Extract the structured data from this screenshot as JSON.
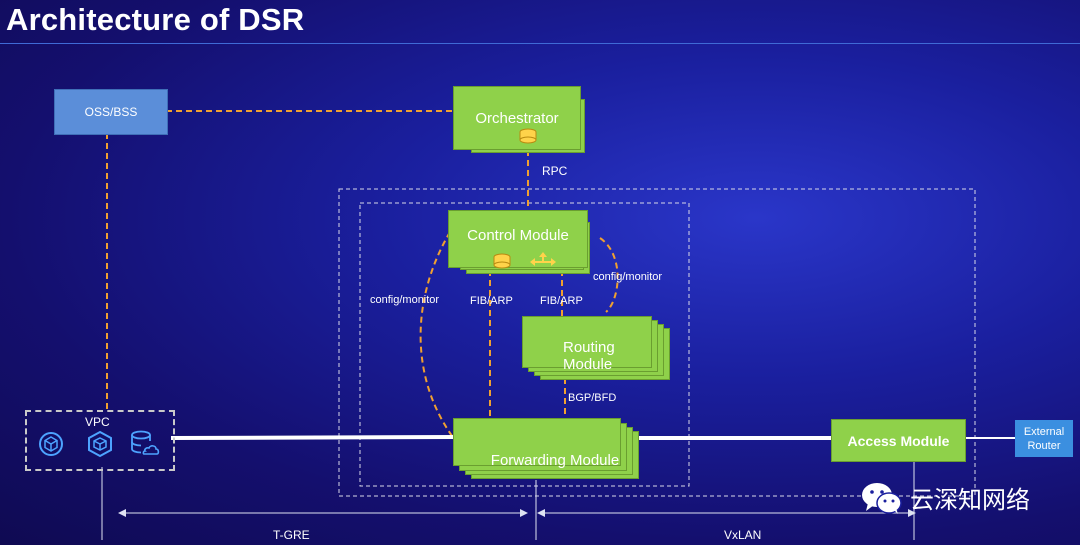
{
  "title": "Architecture of DSR",
  "nodes": {
    "oss_bss": "OSS/BSS",
    "orchestrator": "Orchestrator",
    "control_module": "Control Module",
    "routing_module": "Routing Module",
    "forwarding_module": "Forwarding Module",
    "access_module": "Access Module",
    "vpc": "VPC",
    "external_router_line1": "External",
    "external_router_line2": "Router"
  },
  "edge_labels": {
    "rpc": "RPC",
    "config_monitor_left": "config/monitor",
    "config_monitor_right": "config/monitor",
    "fib_arp_left": "FIB/ARP",
    "fib_arp_right": "FIB/ARP",
    "bgp_bfd": "BGP/BFD",
    "t_gre": "T-GRE",
    "vxlan": "VxLAN"
  },
  "watermark": "云深知网络",
  "colors": {
    "module_green": "#8fd14a",
    "oss_blue": "#5b8ed9",
    "dashed_orange": "#f0a030",
    "background": "#1a1f9e"
  }
}
